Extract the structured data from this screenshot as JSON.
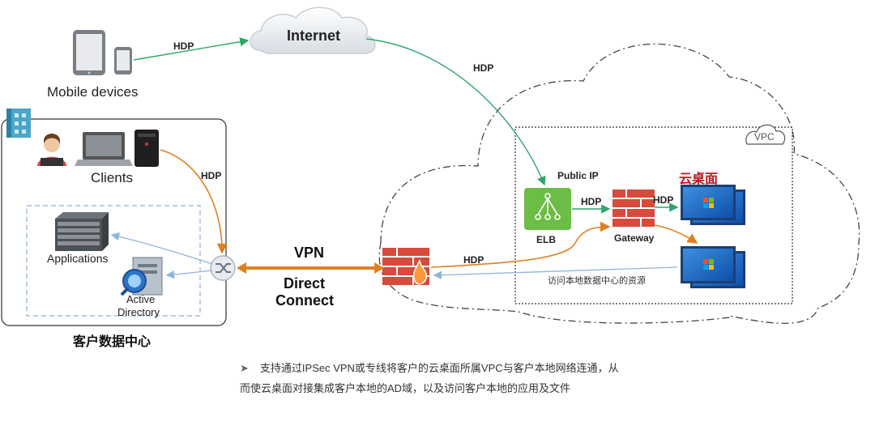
{
  "labels": {
    "mobile_devices": "Mobile devices",
    "internet": "Internet",
    "clients": "Clients",
    "applications": "Applications",
    "active_directory_line1": "Active",
    "active_directory_line2": "Directory",
    "datacenter": "客户数据中心",
    "vpn": "VPN",
    "direct_connect_line1": "Direct",
    "direct_connect_line2": "Connect",
    "vpc": "VPC",
    "public_ip": "Public IP",
    "cloud_desktop": "云桌面",
    "elb": "ELB",
    "gateway": "Gateway",
    "access_local": "访问本地数据中心的资源"
  },
  "protocol": {
    "mobile_to_internet": "HDP",
    "internet_to_elb": "HDP",
    "clients_to_switch": "HDP",
    "elb_to_gateway": "HDP",
    "gateway_to_desktop": "HDP",
    "firewall_to_gateway": "HDP"
  },
  "note": {
    "bullet": "➤",
    "line1": "支持通过IPSec VPN或专线将客户的云桌面所属VPC与客户本地网络连通，从",
    "line2": "而使云桌面对接集成客户本地的AD域，以及访问客户本地的应用及文件"
  },
  "colors": {
    "green_link": "#2fa66a",
    "orange_link": "#e0801f",
    "blue_link": "#8fb5dc",
    "elb_green": "#6cbd45",
    "firewall_red": "#d84a3b",
    "title_red": "#c0121c"
  },
  "icons": [
    "tablet-icon",
    "phone-icon",
    "cloud-icon",
    "building-icon",
    "person-icon",
    "laptop-icon",
    "thin-client-icon",
    "server-icon",
    "directory-icon",
    "switch-icon",
    "firewall-icon",
    "elb-icon",
    "gateway-firewall-icon",
    "desktop-monitor-icon"
  ]
}
